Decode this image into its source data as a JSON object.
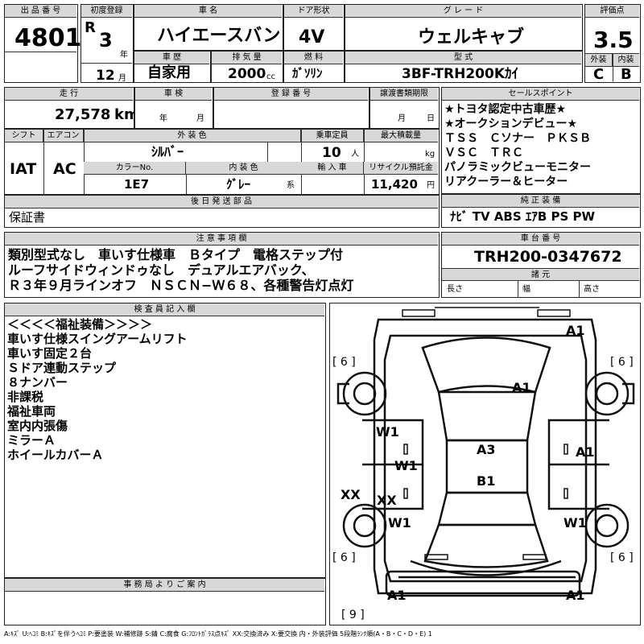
{
  "header": {
    "lot_label": "出 品 番 号",
    "lot_no": "4801",
    "reg_label": "初度登録",
    "era": "R",
    "year_unit": "年",
    "year": "3",
    "month": "12",
    "month_unit": "月",
    "name_label": "車 名",
    "name": "ハイエースバン",
    "door_label": "ドア形状",
    "door": "4V",
    "grade_label": "グ レ ー ド",
    "grade": "ウェルキャブ",
    "score_label": "評価点",
    "score": "3.5",
    "history_label": "車 歴",
    "history": "自家用",
    "disp_label": "排 気 量",
    "disp": "2000",
    "disp_unit": "cc",
    "fuel_label": "燃 料",
    "fuel": "ｶﾞｿﾘﾝ",
    "model_label": "型 式",
    "model": "3BF-TRH200Kｶｲ",
    "ext_label": "外装",
    "ext": "C",
    "int_label": "内装",
    "int": "B"
  },
  "row2": {
    "mileage_label": "走 行",
    "mileage": "27,578",
    "mileage_unit": "km",
    "inspect_label": "車 検",
    "ym_year": "年",
    "ym_month": "月",
    "plate_label": "登 録 番 号",
    "transfer_label": "譲渡書類期限",
    "t_month": "月",
    "t_day": "日",
    "shift_label": "シフト",
    "shift": "IAT",
    "ac_label": "エアコン",
    "ac": "AC",
    "color_label": "外 装 色",
    "color": "ｼﾙﾊﾞｰ",
    "cap_label": "乗車定員",
    "cap": "10",
    "cap_unit": "人",
    "load_label": "最大積載量",
    "load_unit": "kg",
    "colorno_label": "カラーNo.",
    "colorno": "1E7",
    "intcolor_label": "内 装 色",
    "intcolor": "ｸﾞﾚｰ",
    "intcolor_unit": "系",
    "import_label": "輸 入 車",
    "recycle_label": "リサイクル預託金",
    "recycle": "11,420",
    "recycle_unit": "円",
    "later_label": "後 日 発 送 部 品",
    "later": "保証書"
  },
  "sales": {
    "label": "セールスポイント",
    "lines": [
      "★トヨタ認定中古車歴★",
      "★オークションデビュー★",
      "ＴＳＳ　Ｃソナー　ＰＫＳＢ",
      "ＶＳＣ　ＴＲＣ",
      "パノラミックビューモニター",
      "リアクーラー＆ヒーター"
    ],
    "equip_label": "純 正 装 備",
    "equip": "ﾅﾋﾞ TV ABS ｴｱB PS PW"
  },
  "notes": {
    "label": "注 意 事 項 欄",
    "lines": [
      "類別型式なし　車いす仕様車　Ｂタイプ　電格ステップ付",
      "ルーフサイドウィンドゥなし　デュアルエアバック、",
      "Ｒ３年９月ラインオフ　ＮＳＣＮ−Ｗ６８、各種警告灯点灯"
    ]
  },
  "chassis": {
    "label": "車 台 番 号",
    "value": "TRH200-0347672",
    "spec_label": "諸 元",
    "len": "長さ",
    "wid": "幅",
    "hei": "高さ"
  },
  "inspector": {
    "label": "検 査 員 記 入 欄",
    "lines": [
      "＜＜＜＜福祉装備＞＞＞＞",
      "車いす仕様スイングアームリフト",
      "車いす固定２台",
      "Ｓドア連動ステップ",
      "８ナンバー",
      "非課税",
      "福祉車両",
      "室内内張傷",
      "ミラーＡ",
      "ホイールカバーＡ"
    ]
  },
  "diagram": {
    "marks": [
      "A1",
      "A1",
      "A1",
      "A3",
      "B1",
      "W1",
      "W1",
      "W1",
      "W1",
      "XX",
      "XX",
      "A1",
      "A1"
    ],
    "tires": [
      "[ 6 ]",
      "[ 6 ]",
      "[ 6 ]",
      "[ 6 ]",
      "[ 9 ]"
    ]
  },
  "office": {
    "label": "事 務 局 よ り ご 案 内"
  },
  "legend": "A:ｷｽﾞ U:ﾍｺﾐ B:ｷｽﾞを伴うﾍｺﾐ P:要塗装 W:補修跡 S:錆 C:腐食 G:ﾌﾛﾝﾄｶﾞﾗｽ点ｷｽﾞ XX:交換済み X:要交換 内・外装評価 5段階ﾗﾝｸ順(A・B・C・D・E) 1"
}
